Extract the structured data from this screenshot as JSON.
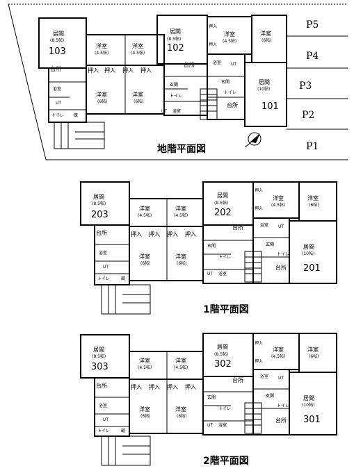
{
  "titles": {
    "basement": "地階平面図",
    "first": "1階平面図",
    "second": "2階平面図"
  },
  "parking": [
    "P5",
    "P4",
    "P3",
    "P2",
    "P1"
  ],
  "rooms": {
    "living": "居間",
    "living_85": "(8.5帖)",
    "living_10": "(10帖)",
    "western": "洋室",
    "w45": "(4.5帖)",
    "w6": "(6帖)",
    "kitchen": "台所",
    "bath": "浴室",
    "toilet": "トイレ",
    "closet": "押入",
    "entrance": "玄関",
    "ut": "UT",
    "storage": "蔵"
  },
  "units": {
    "b": [
      "103",
      "102",
      "101"
    ],
    "f1": [
      "203",
      "202",
      "201"
    ],
    "f2": [
      "303",
      "302",
      "301"
    ]
  },
  "icons": {
    "north": "north-arrow-icon"
  }
}
